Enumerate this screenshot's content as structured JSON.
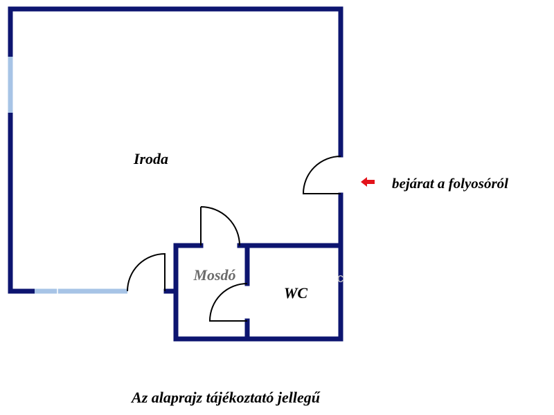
{
  "rooms": {
    "office": "Iroda",
    "washroom": "Mosdó",
    "wc": "WC"
  },
  "entrance": {
    "label": "bejárat a folyosóról",
    "arrow_color": "#e3131b",
    "arrow_icon": "arrow-left-icon"
  },
  "footer_note": "Az alaprajz tájékoztató jellegű",
  "watermark_fragment": "c",
  "colors": {
    "wall": "#0d1570",
    "window": "#a7c4e6",
    "door": "#000000"
  }
}
